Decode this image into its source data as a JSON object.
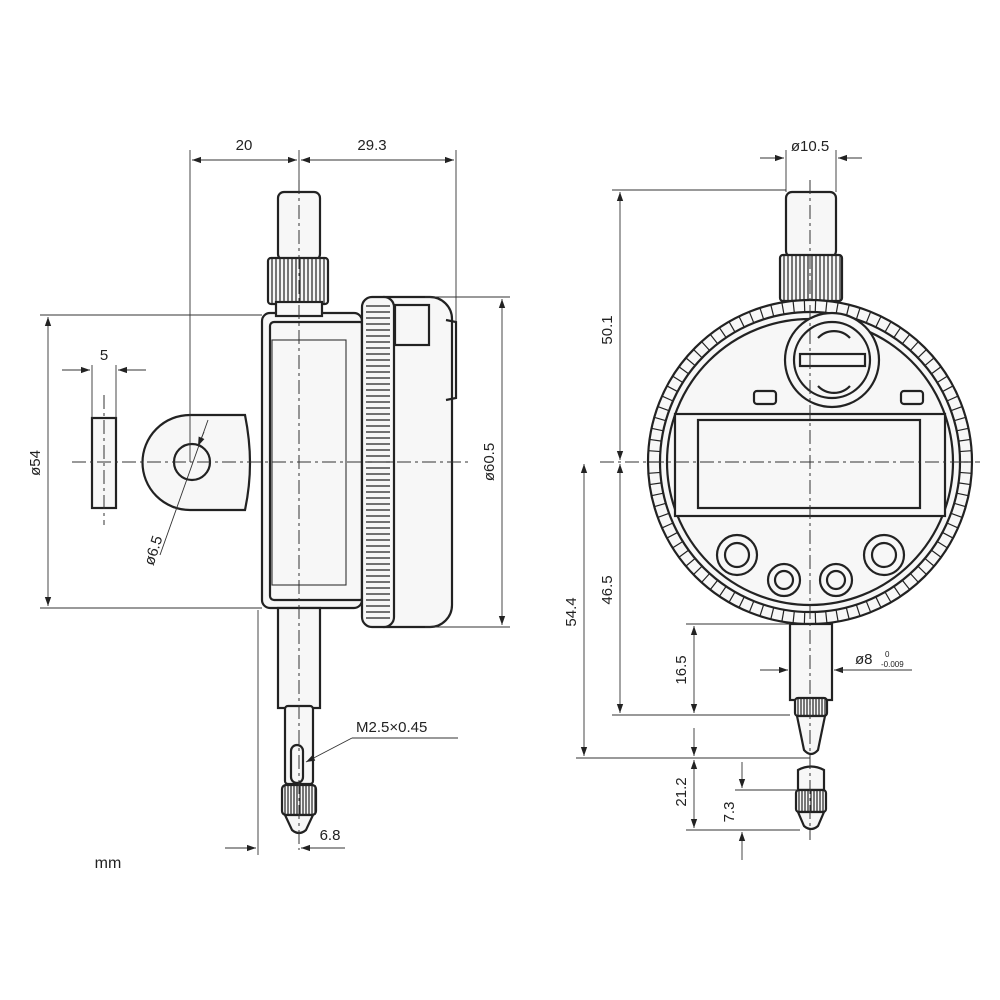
{
  "drawing": {
    "unit": "mm",
    "side_view": {
      "width_left": "20",
      "width_right": "29.3",
      "spindle_dia": "5",
      "body_height": "ø54",
      "lug_hole": "ø6.5",
      "bezel_dia": "ø60.5",
      "thread": "M2.5×0.45",
      "tip_offset": "6.8"
    },
    "front_view": {
      "cap_dia": "ø10.5",
      "top_height": "50.1",
      "stem_dia": "ø8",
      "stem_tol_upper": "0",
      "stem_tol_lower": "-0.009",
      "lower_height": "54.4",
      "center_to_collar": "46.5",
      "stem_length": "16.5",
      "travel": "21.2",
      "tip_length": "7.3"
    }
  }
}
